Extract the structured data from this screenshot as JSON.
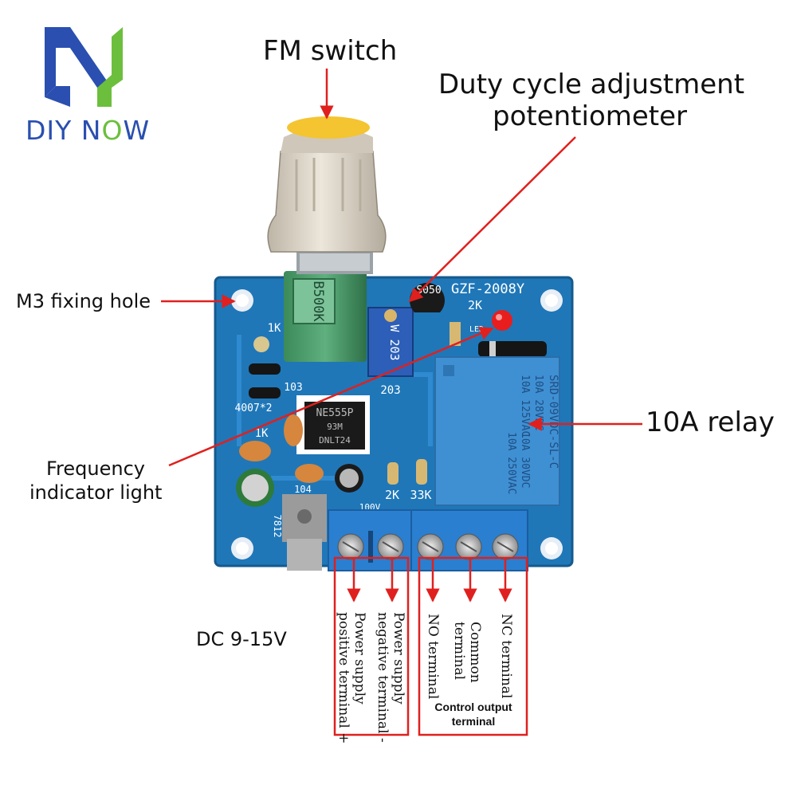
{
  "brand": {
    "part1": "DIY N",
    "part2": "O",
    "part3": "W"
  },
  "callouts": {
    "fm_switch": "FM switch",
    "duty_line1": "Duty cycle adjustment",
    "duty_line2": "potentiometer",
    "m3_hole": "M3 fixing hole",
    "relay": "10A relay",
    "freq_line1": "Frequency",
    "freq_line2": "indicator light",
    "dc_voltage": "DC 9-15V"
  },
  "terminals": {
    "power_positive_line1": "Power supply",
    "power_positive_line2": "positive terminal +",
    "power_negative_line1": "Power supply",
    "power_negative_line2": "negative terminal -",
    "no_terminal": "NO terminal",
    "common_line1": "Common",
    "common_line2": "terminal",
    "nc_terminal": "NC terminal",
    "control_line1": "Control output",
    "control_line2": "terminal"
  },
  "board_markings": {
    "pot_knob": "B500K",
    "model": "GZF-2008Y",
    "transistor": "S050",
    "trimmer": "W 203",
    "trimmer_code": "203",
    "chip_line1": "NE555P",
    "chip_line2": "93M",
    "chip_line3": "DNLT24",
    "relay_line1": "10A 125VAC",
    "relay_line2": "10A 28VDC",
    "relay_line3": "10A 250VAC",
    "relay_line4": "10A 30VDC",
    "relay_model": "SRD-09VDC-SL-C",
    "res_1k_top": "1K",
    "res_1k_mid": "1K",
    "res_2k_top": "2K",
    "res_2k_bottom": "2K",
    "res_33k": "33K",
    "cap_103": "103",
    "cap_104": "104",
    "diode": "4007*2",
    "regulator": "7812",
    "cap_voltage": "100V",
    "led_label": "LED"
  },
  "colors": {
    "pcb": "#1f77b8",
    "relay": "#3f8fd3",
    "terminal_block": "#2a7fd0",
    "arrow": "#e0201e",
    "knob": "#dcd5c8",
    "knob_cap": "#f4c431",
    "brand_blue": "#2a4fb0",
    "brand_green": "#6cbf3c"
  }
}
